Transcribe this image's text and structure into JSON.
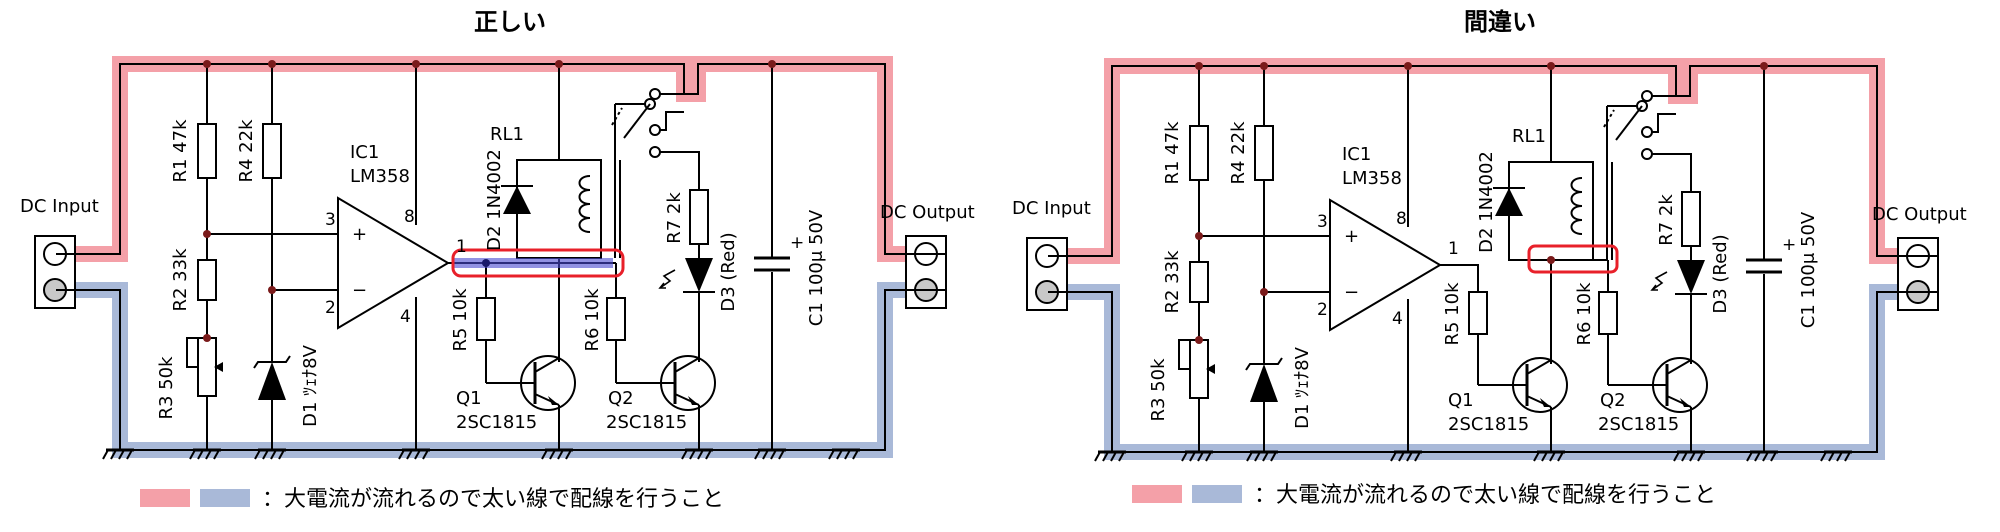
{
  "titles": {
    "correct": "正しい",
    "wrong": "間違い"
  },
  "labels": {
    "dc_input": "DC Input",
    "dc_output": "DC Output",
    "r1": "R1 47k",
    "r2": "R2 33k",
    "r3": "R3 50k",
    "r4": "R4 22k",
    "d1": "D1 ﾂｪﾅ8V",
    "ic1": "IC1",
    "ic1_part": "LM358",
    "pin3": "3",
    "pin2": "2",
    "pin8": "8",
    "pin4": "4",
    "pin1": "1",
    "plus": "+",
    "minus": "−",
    "rl1": "RL1",
    "d2": "D2 1N4002",
    "r5": "R5 10k",
    "r6": "R6 10k",
    "r7": "R7 2k",
    "d3": "D3 (Red)",
    "q1": "Q1",
    "q1_part": "2SC1815",
    "q2": "Q2",
    "q2_part": "2SC1815",
    "c1": "C1 100μ  50V",
    "c1_plus": "+"
  },
  "legend_text": "：大電流が流れるので太い線で配線を行うこと",
  "colors": {
    "high_current_pos": "#f4a0a8",
    "high_current_gnd": "#a9b9d8",
    "wire": "#000000",
    "node": "#7a1a1a",
    "highlight_box": "#e8202a",
    "highlight_fill": "#4a4ad0"
  }
}
